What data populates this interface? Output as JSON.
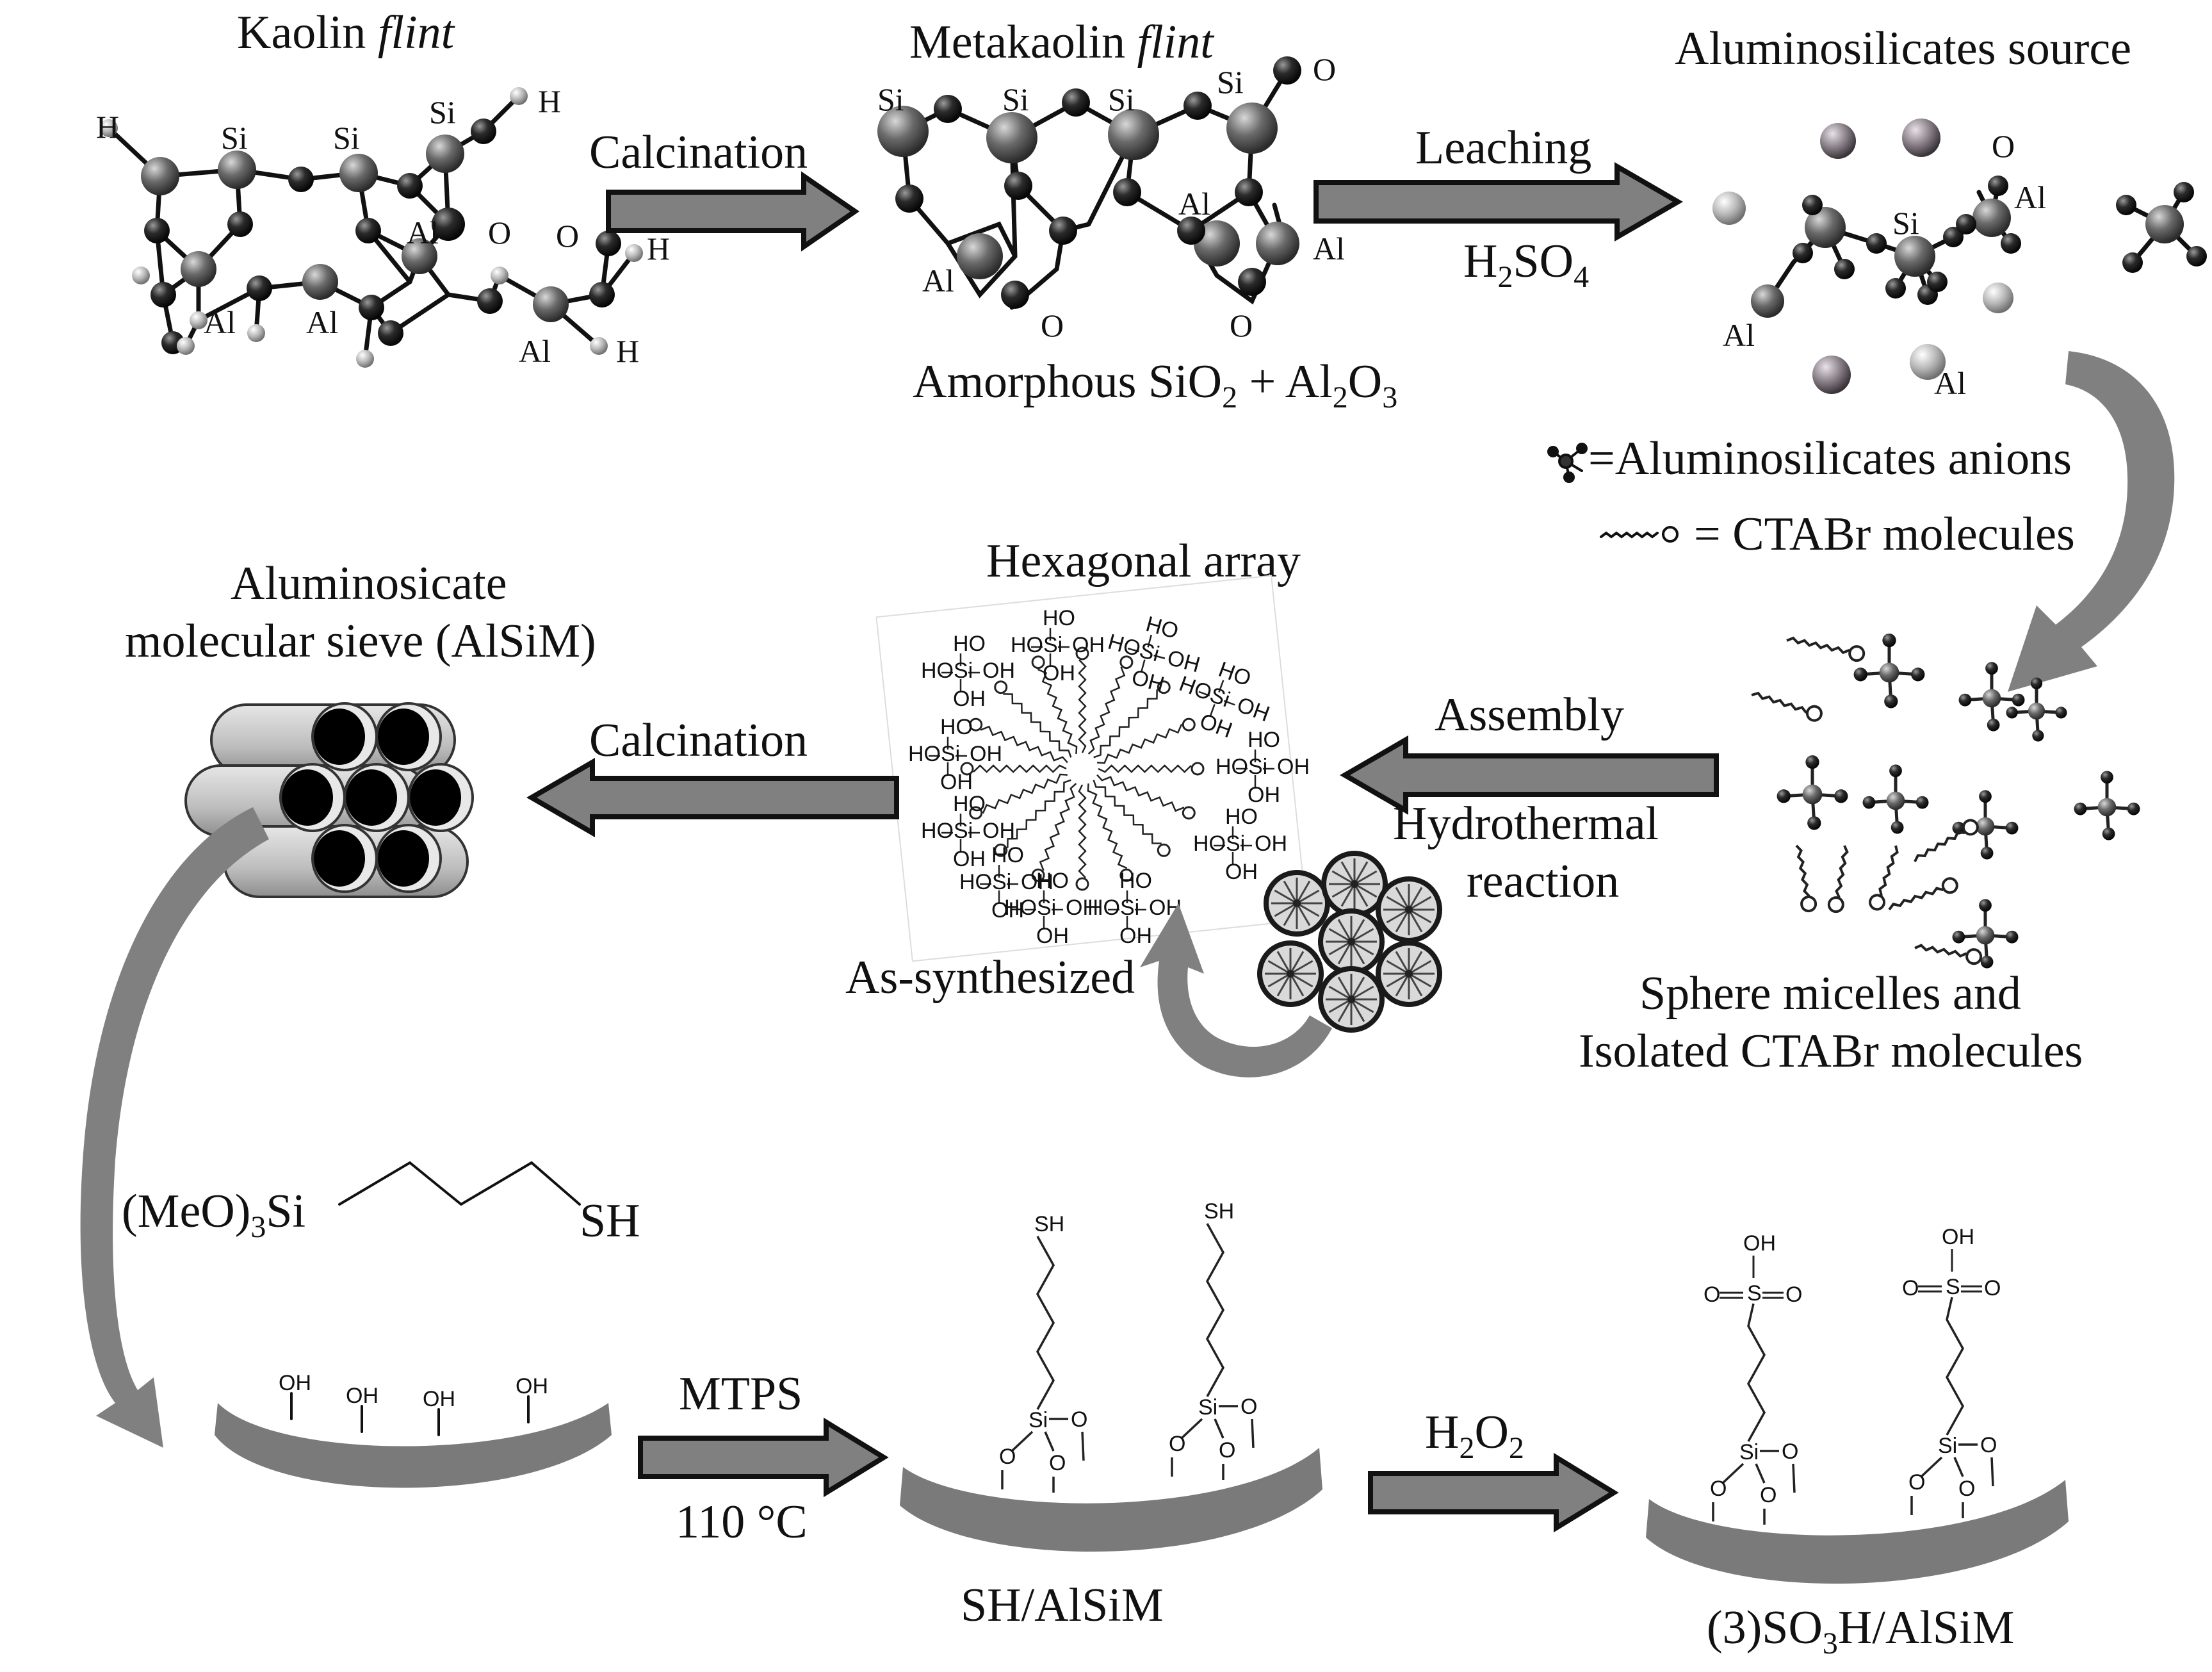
{
  "labels": {
    "kaolin": "Kaolin",
    "metakaolin": "Metakaolin",
    "flint": "flint",
    "aluminosilicates_source": "Aluminosilicates source",
    "calcination_top": "Calcination",
    "leaching": "Leaching",
    "h2so4_base": "H",
    "h2so4_sub1": "2",
    "h2so4_mid": "SO",
    "h2so4_sub2": "4",
    "amorphous_pre": "Amorphous SiO",
    "amorphous_sub1": "2",
    "amorphous_mid": " + Al",
    "amorphous_sub2": "2",
    "amorphous_mid2": "O",
    "amorphous_sub3": "3",
    "legend_anions": "=Aluminosilicates anions",
    "legend_ctabr": "= CTABr molecules",
    "sieve_line1": "Aluminosicate",
    "sieve_line2": "molecular sieve (AlSiM)",
    "hexagonal_array": "Hexagonal array",
    "calcination_mid": "Calcination",
    "assembly": "Assembly",
    "hydrothermal_line1": "Hydrothermal",
    "hydrothermal_line2": "reaction",
    "as_synthesized": "As-synthesized",
    "micelles_line1": "Sphere micelles and",
    "micelles_line2": "Isolated CTABr molecules",
    "meo_pre": "(MeO)",
    "meo_sub": "3",
    "meo_si": "Si",
    "sh_end": "SH",
    "mtps": "MTPS",
    "temp": "110 °C",
    "h2o2_h": "H",
    "h2o2_sub1": "2",
    "h2o2_o": "O",
    "h2o2_sub2": "2",
    "sh_alsim": "SH/AlSiM",
    "so3h_pre": "(3)SO",
    "so3h_sub": "3",
    "so3h_post": "H/AlSiM"
  },
  "atoms": {
    "si": "Si",
    "al": "Al",
    "o": "O",
    "h": "H",
    "oh": "OH",
    "ho": "HO",
    "sh": "SH",
    "s": "S"
  },
  "colors": {
    "arrow_fill": "#808080",
    "atom_dark": "#1a1a1a",
    "atom_gray": "#5a5a5a",
    "atom_light": "#b0b0b0",
    "support": "#7a7a7a"
  }
}
